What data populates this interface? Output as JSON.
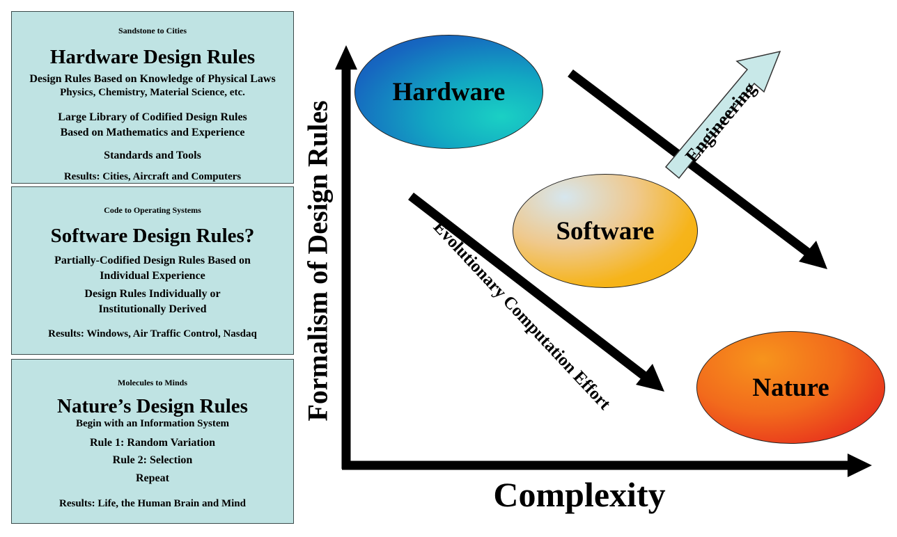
{
  "panels": [
    {
      "subtitle": "Sandstone to Cities",
      "title": "Hardware Design Rules",
      "lines": [
        "Design Rules Based on Knowledge of Physical Laws",
        "Physics, Chemistry, Material Science, etc.",
        "Large Library of Codified Design Rules",
        "Based on Mathematics and Experience",
        "Standards and Tools",
        "Results:  Cities, Aircraft and Computers"
      ]
    },
    {
      "subtitle": "Code to Operating Systems",
      "title": "Software Design Rules?",
      "lines": [
        "Partially-Codified Design Rules Based on",
        "Individual Experience",
        "Design Rules Individually or",
        "Institutionally Derived",
        "Results:  Windows, Air Traffic Control, Nasdaq"
      ]
    },
    {
      "subtitle": "Molecules to Minds",
      "title": "Nature’s Design Rules",
      "lines": [
        "Begin with an Information System",
        "Rule 1:  Random Variation",
        "Rule 2:  Selection",
        "Repeat",
        "Results:  Life, the Human Brain and Mind"
      ]
    }
  ],
  "diagram": {
    "y_axis_label": "Formalism of Design Rules",
    "x_axis_label": "Complexity",
    "ellipses": {
      "hardware": "Hardware",
      "software": "Software",
      "nature": "Nature"
    },
    "arrows": {
      "evolutionary": "Evolutionary Computation Effort",
      "engineering": "Engineering"
    }
  }
}
